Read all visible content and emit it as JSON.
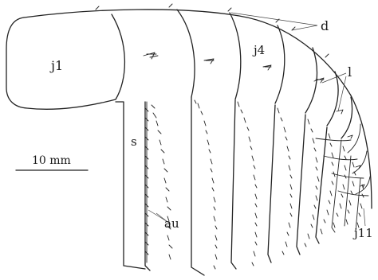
{
  "labels": {
    "j1": "j1",
    "j4": "j4",
    "j11": "j11",
    "d": "d",
    "l": "l",
    "s": "s",
    "au": "au",
    "scale": "10 mm"
  }
}
